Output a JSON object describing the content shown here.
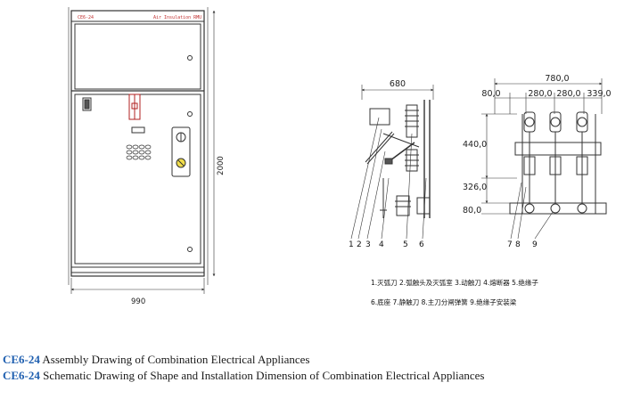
{
  "cabinet": {
    "model_label": "CE6-24",
    "title_label": "Air Insulation RMU",
    "width_dim": "990",
    "height_dim": "2000"
  },
  "side_view": {
    "width_dim": "680",
    "part_numbers": [
      "1",
      "2",
      "3",
      "4",
      "5",
      "6"
    ]
  },
  "front_view": {
    "total_dim": "780,0",
    "top_dims": [
      "80,0",
      "280,0",
      "280,0",
      "339,0"
    ],
    "vertical_dims": [
      "440,0",
      "326,0",
      "80,0"
    ],
    "part_numbers": [
      "7",
      "8",
      "9"
    ]
  },
  "legend": {
    "row1": "1.灭弧刀  2.弧触头及灭弧室  3.动触刀  4.熔断器  5.绝缘子",
    "row2": "6.底座 7.静触刀  8.主刀分闸弹簧  9.绝缘子安装梁"
  },
  "captions": [
    {
      "code": "CE6-24",
      "text": " Assembly Drawing of Combination Electrical Appliances"
    },
    {
      "code": "CE6-24",
      "text": " Schematic Drawing of Shape and Installation Dimension of Combination Electrical Appliances"
    }
  ]
}
